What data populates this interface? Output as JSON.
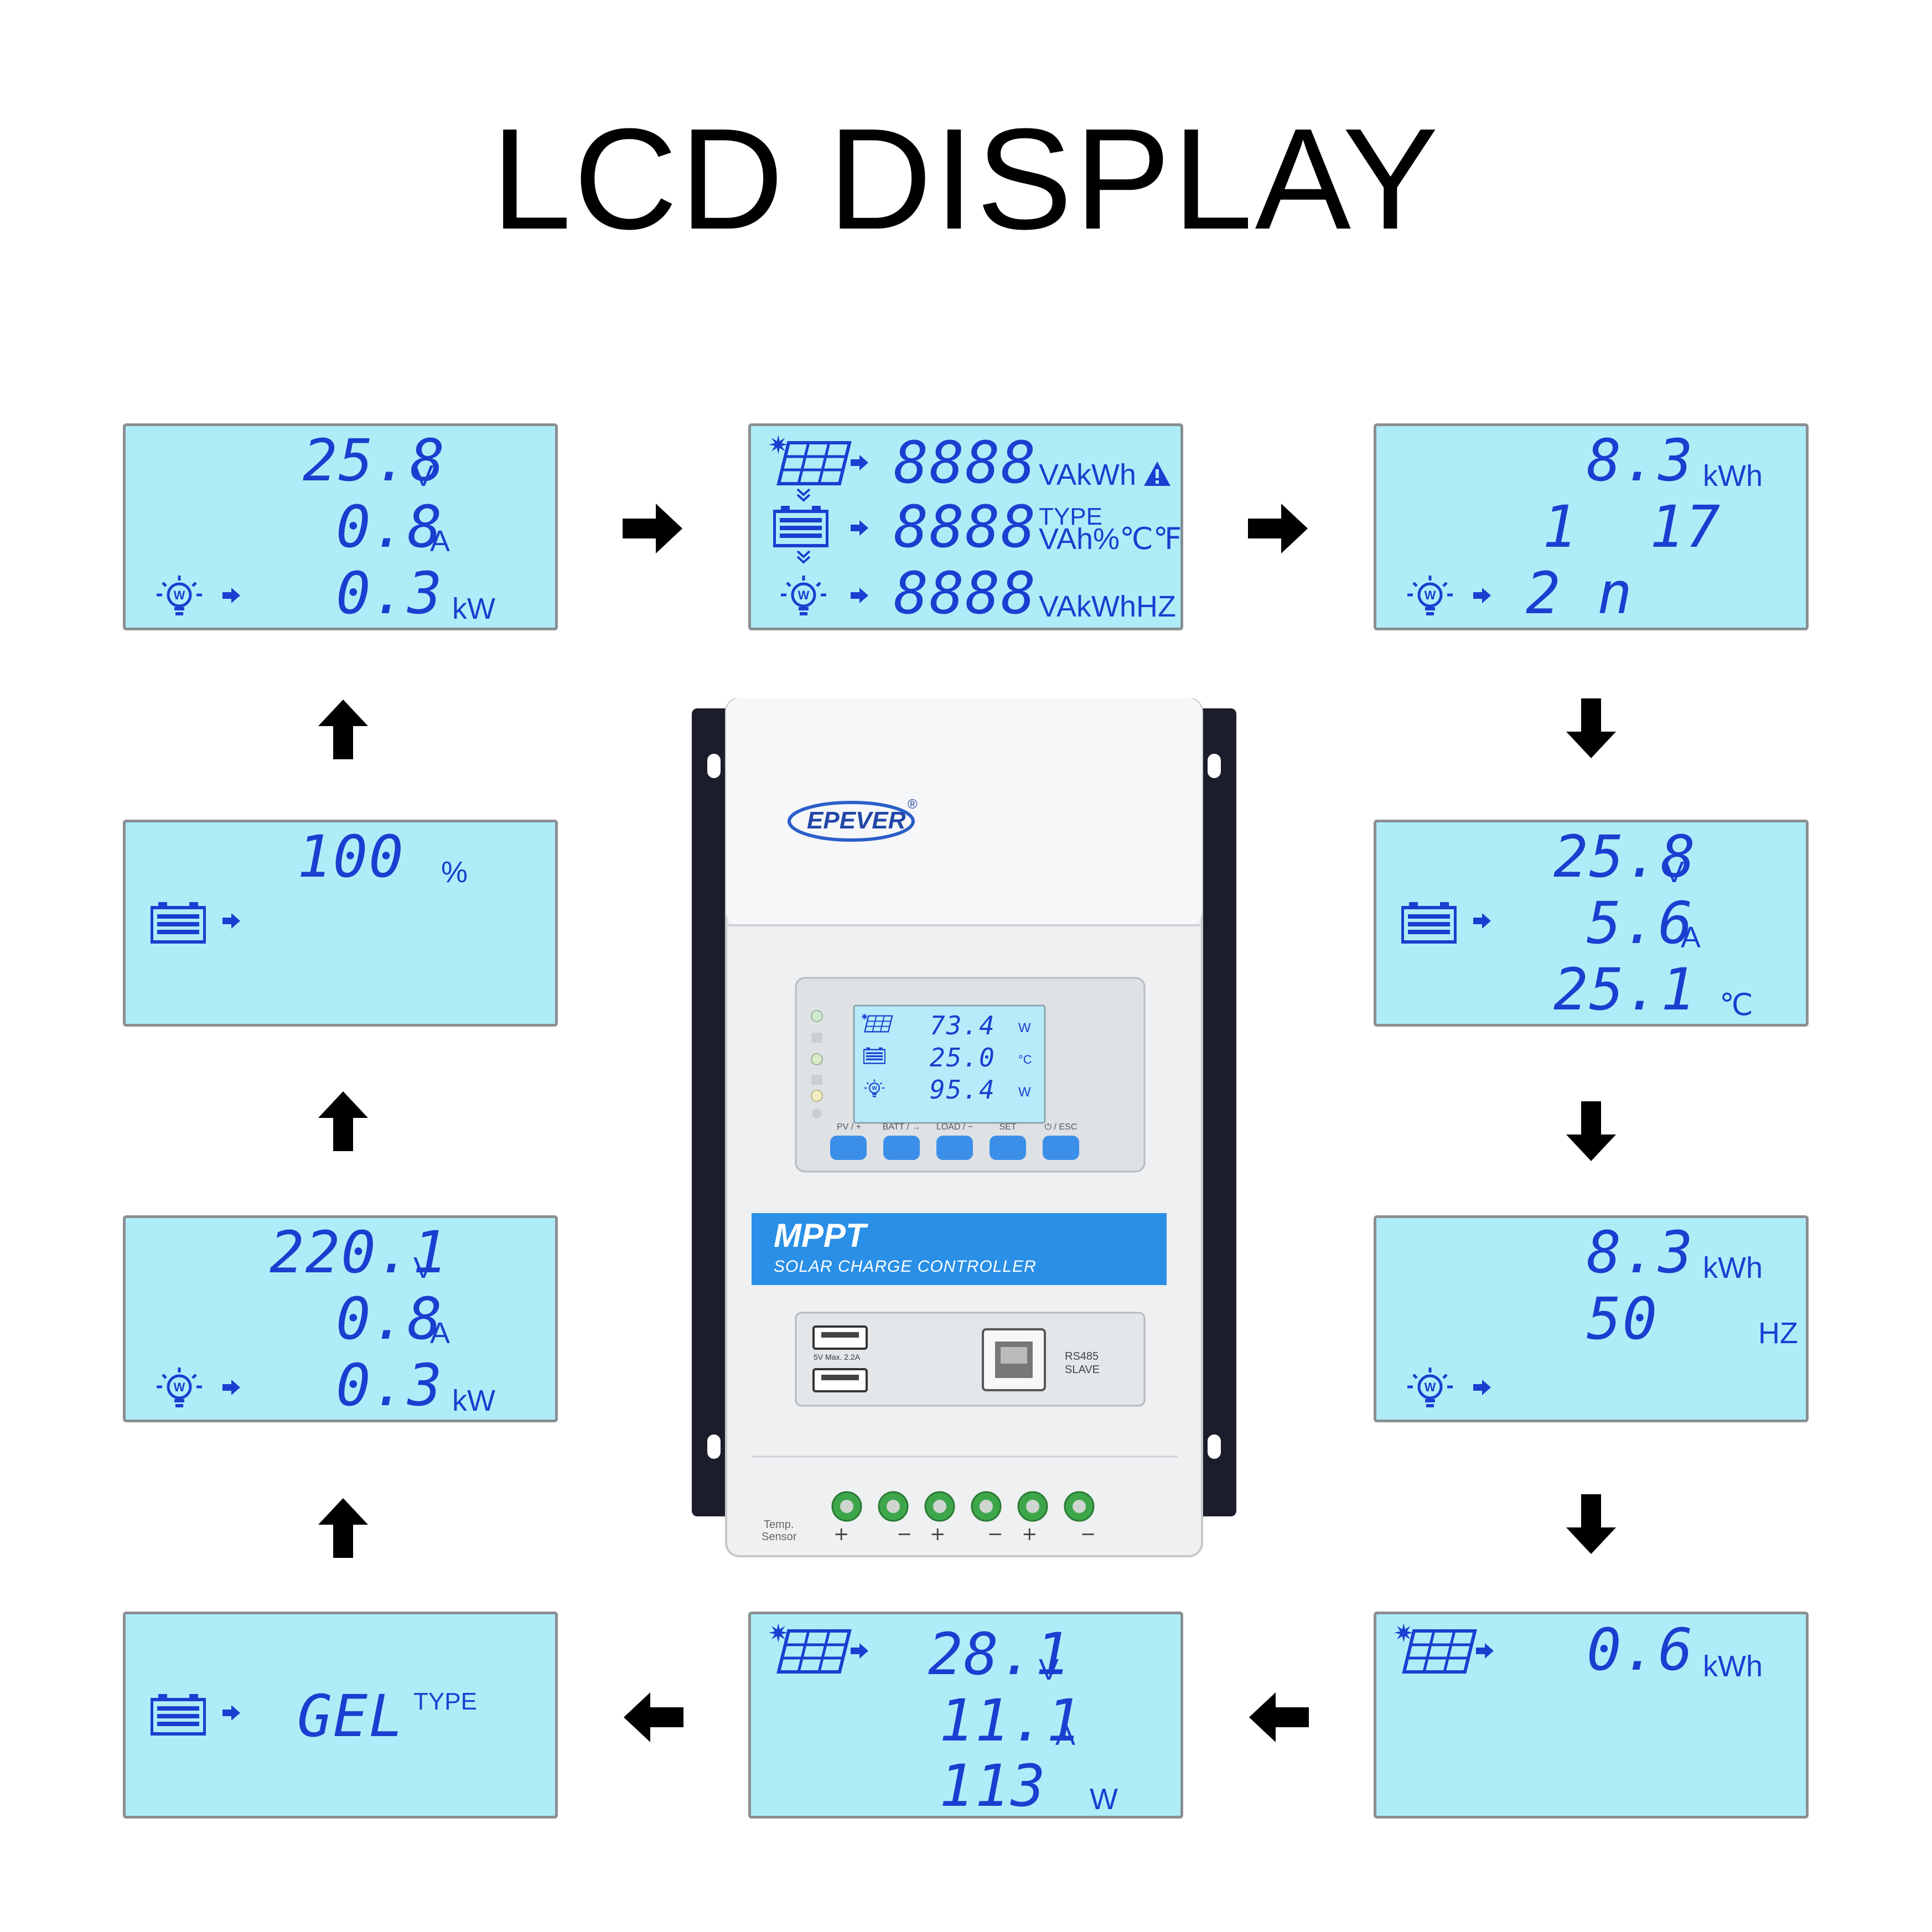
{
  "title": "LCD DISPLAY",
  "panels": {
    "p1": {
      "l1": "25.8",
      "u1": "V",
      "l2": "0.8",
      "u2": "A",
      "l3": "0.3",
      "u3": "kW"
    },
    "p2": {
      "l1": "8888",
      "u1": "VAkWh",
      "type": "TYPE",
      "l2": "8888",
      "u2": "VAh%℃℉",
      "l3": "8888",
      "u3": "VAkWhHZ"
    },
    "p3": {
      "l1": "8.3",
      "u1": "kWh",
      "l2": "1  17",
      "l3": "2 n"
    },
    "p4": {
      "l1": "100",
      "u1": "%"
    },
    "p5": {
      "l1": "25.8",
      "u1": "V",
      "l2": "5.6",
      "u2": "A",
      "l3": "25.1",
      "u3": "℃"
    },
    "p6": {
      "l1": "220.1",
      "u1": "V",
      "l2": "0.8",
      "u2": "A",
      "l3": "0.3",
      "u3": "kW"
    },
    "p7": {
      "l1": "8.3",
      "u1": "kWh",
      "l2": "50",
      "u2": "HZ"
    },
    "p8": {
      "l1": "GEL",
      "u1": "TYPE"
    },
    "p9": {
      "l1": "28.1",
      "u1": "V",
      "l2": "11.1",
      "u2": "A",
      "l3": "113",
      "u3": "W"
    },
    "p10": {
      "l1": "0.6",
      "u1": "kWh"
    }
  },
  "device": {
    "brand": "EPEVER",
    "registered": "®",
    "lcd": {
      "l1": "73.4",
      "u1": "W",
      "l2": "25.0",
      "u2": "°C",
      "l3": "95.4",
      "u3": "W"
    },
    "buttons": [
      "PV / +",
      "BATT / →",
      "LOAD / −",
      "SET",
      "⏻ / ESC"
    ],
    "banner_title": "MPPT",
    "banner_sub": "SOLAR CHARGE CONTROLLER",
    "usb_label": "5V  Max. 2.2A",
    "rs485_label1": "RS485",
    "rs485_label2": "SLAVE",
    "temp_label1": "Temp.",
    "temp_label2": "Sensor",
    "terminal_signs": [
      "+",
      "−",
      "+",
      "−",
      "+",
      "−"
    ]
  },
  "colors": {
    "lcd_bg": "#aeedf8",
    "lcd_text": "#1a3fd0",
    "banner": "#2a8fe6"
  }
}
